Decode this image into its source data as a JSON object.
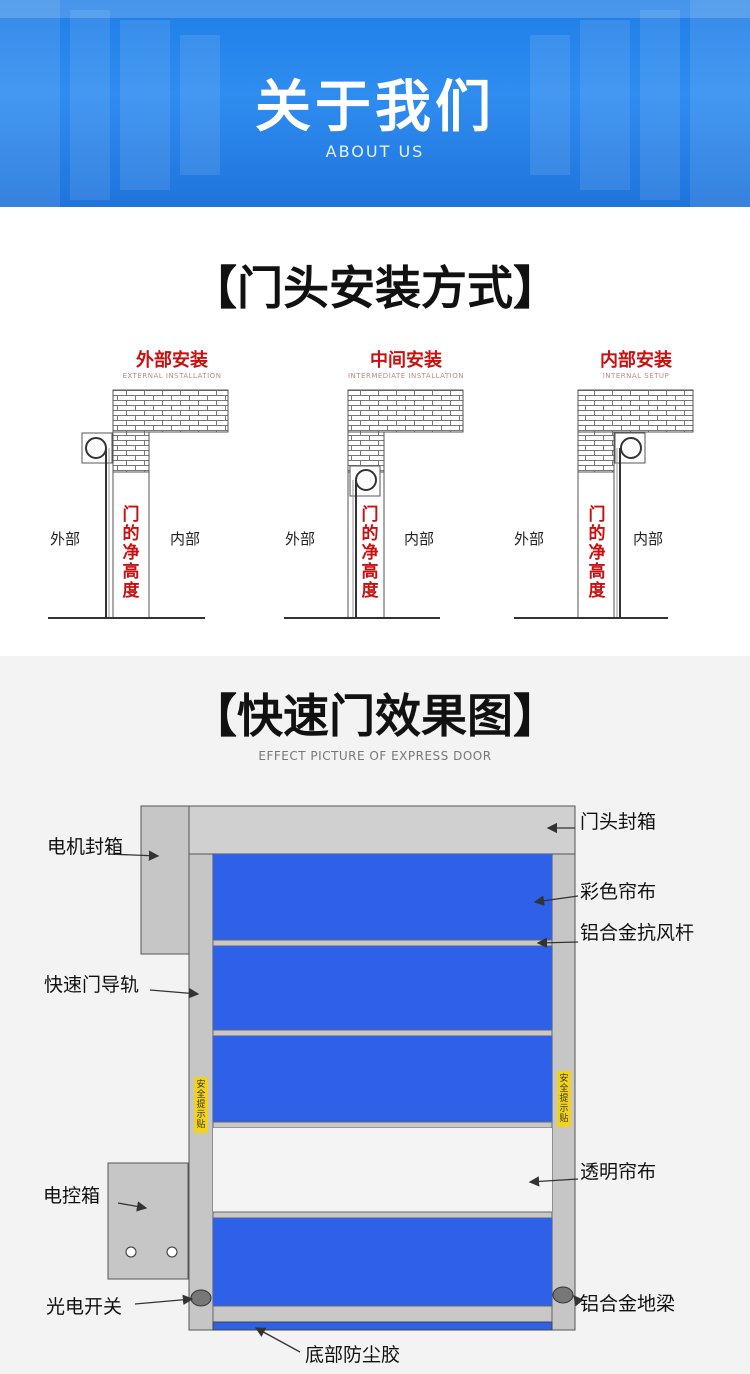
{
  "banner": {
    "title": "关于我们",
    "subtitle": "ABOUT US"
  },
  "section1": {
    "title": "【门头安装方式】",
    "installs": [
      {
        "title": "外部安装",
        "subtitle": "EXTERNAL INSTALLATION",
        "outside": "外部",
        "inside": "内部",
        "clear_height": "门的净高度"
      },
      {
        "title": "中间安装",
        "subtitle": "INTERMEDIATE INSTALLATION",
        "outside": "外部",
        "inside": "内部",
        "clear_height": "门的净高度"
      },
      {
        "title": "内部安装",
        "subtitle": "INTERNAL SETUP",
        "outside": "外部",
        "inside": "内部",
        "clear_height": "门的净高度"
      }
    ]
  },
  "section2": {
    "title": "【快速门效果图】",
    "subtitle": "EFFECT PICTURE OF EXPRESS DOOR",
    "labels": {
      "motor_box": "电机封箱",
      "guide_rail": "快速门导轨",
      "control_box": "电控箱",
      "photo_switch": "光电开关",
      "head_box": "门头封箱",
      "color_curtain": "彩色帘布",
      "wind_bar": "铝合金抗风杆",
      "clear_curtain": "透明帘布",
      "ground_beam": "铝合金地梁",
      "dust_rubber": "底部防尘胶"
    },
    "warning_sticker": "安全提示贴"
  },
  "colors": {
    "banner": "#2f8df0",
    "accent_red": "#c81010",
    "curtain_blue": "#2f61e8",
    "frame_gray": "#c6c6c6"
  }
}
